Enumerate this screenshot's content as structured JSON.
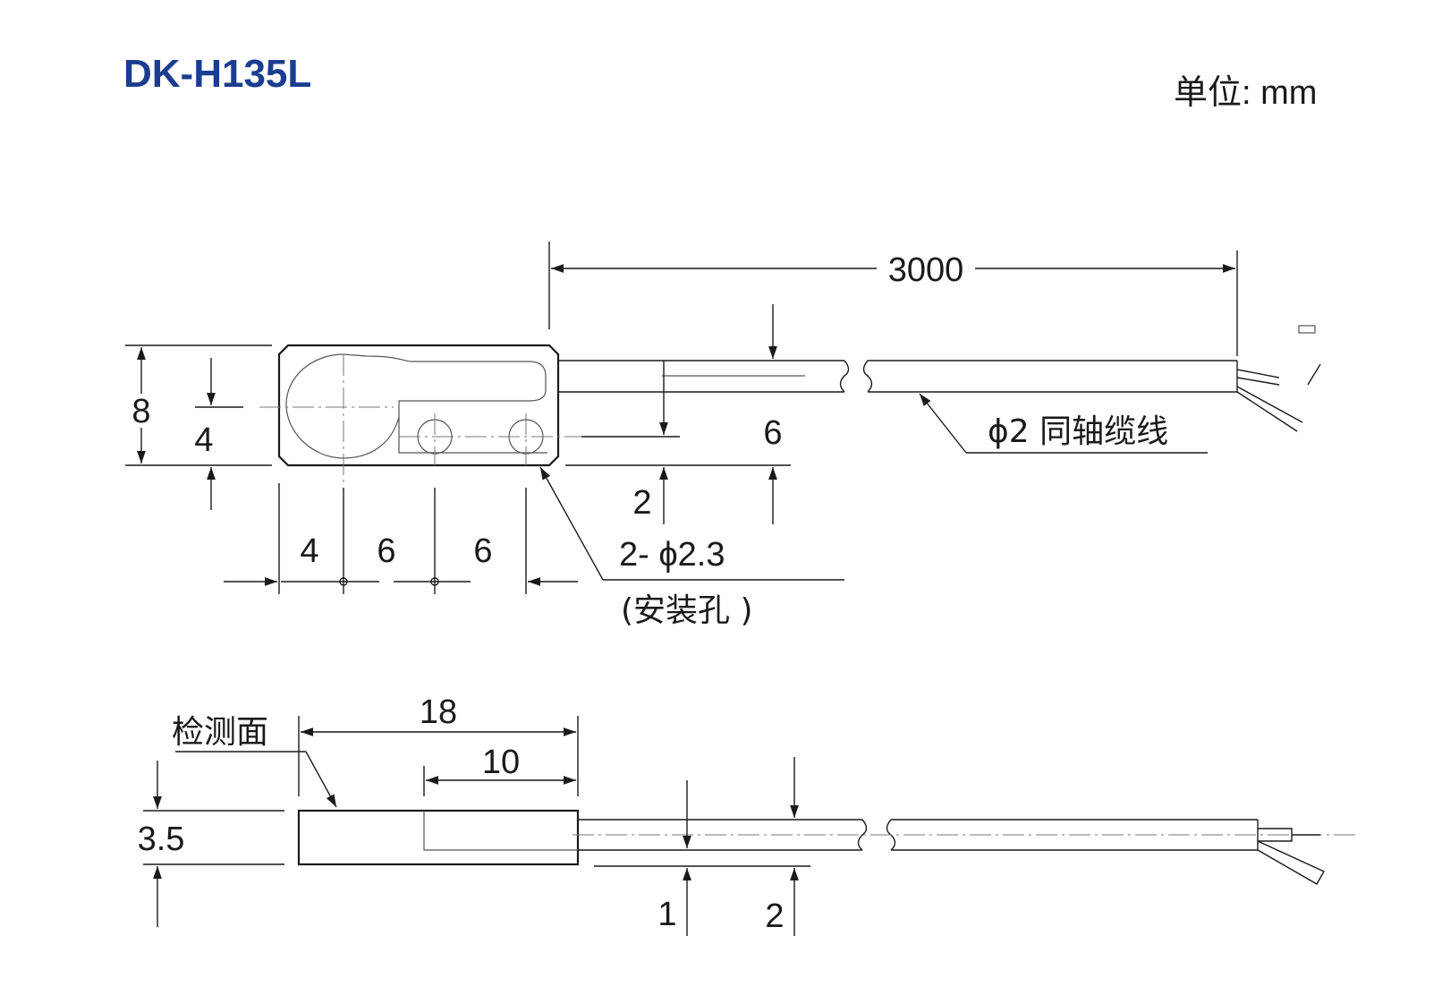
{
  "title": "DK-H135L",
  "unit": "单位: mm",
  "accent_color": "#1a3d8f",
  "top_view": {
    "cable_length": "3000",
    "body_height": "8",
    "mount_offset": "4",
    "cable_dia_dim": "6",
    "hole_offset": "2",
    "hole_pitch": [
      "4",
      "6",
      "6"
    ],
    "hole_spec": "2- ϕ2.3",
    "hole_note": "(安装孔 )",
    "cable_spec": "ϕ2 同轴缆线"
  },
  "side_view": {
    "sensing_face": "检测面",
    "body_length": "18",
    "inner_length": "10",
    "body_thickness": "3.5",
    "cable_offset_1": "1",
    "cable_offset_2": "2"
  }
}
